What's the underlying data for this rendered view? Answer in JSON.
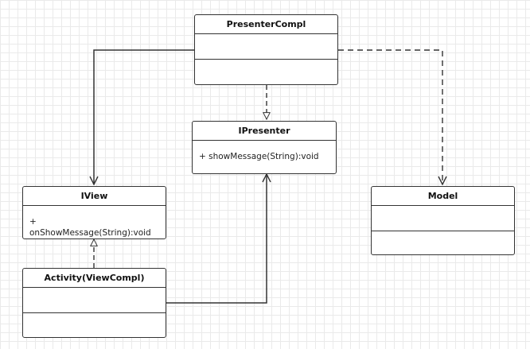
{
  "classes": {
    "presenter_compl": {
      "name": "PresenterCompl",
      "attributes": [],
      "operations": []
    },
    "ipresenter": {
      "name": "IPresenter",
      "members": [
        "+ showMessage(String):void"
      ]
    },
    "iview": {
      "name": "IView",
      "members": [
        "+ onShowMessage(String):void"
      ]
    },
    "activity": {
      "name": "Activity(ViewCompl)",
      "attributes": [],
      "operations": []
    },
    "model": {
      "name": "Model",
      "attributes": [],
      "operations": []
    }
  },
  "relations": [
    {
      "from": "PresenterCompl",
      "to": "IPresenter",
      "type": "realization"
    },
    {
      "from": "PresenterCompl",
      "to": "IView",
      "type": "association"
    },
    {
      "from": "PresenterCompl",
      "to": "Model",
      "type": "dependency"
    },
    {
      "from": "Activity(ViewCompl)",
      "to": "IView",
      "type": "realization"
    },
    {
      "from": "Activity(ViewCompl)",
      "to": "IPresenter",
      "type": "association"
    }
  ],
  "colors": {
    "line": "#333333",
    "box_fill": "#ffffff",
    "grid": "#eaeaea"
  }
}
